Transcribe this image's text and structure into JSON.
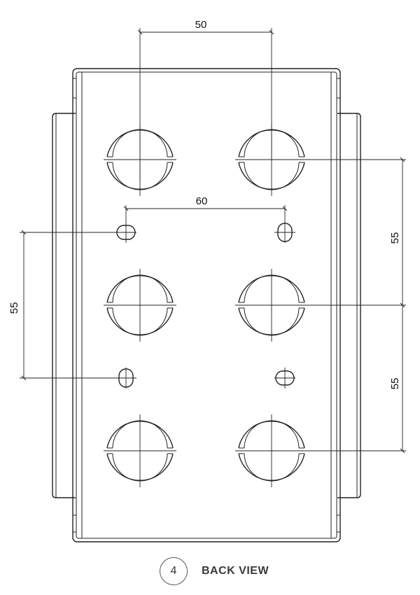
{
  "drawing": {
    "view_number": "4",
    "view_title": "BACK VIEW",
    "dimensions": {
      "hole_horizontal_spacing": "50",
      "slot_horizontal_spacing": "60",
      "slot_vertical_spacing": "55",
      "hole_vertical_spacing_upper": "55",
      "hole_vertical_spacing_lower": "55"
    }
  }
}
